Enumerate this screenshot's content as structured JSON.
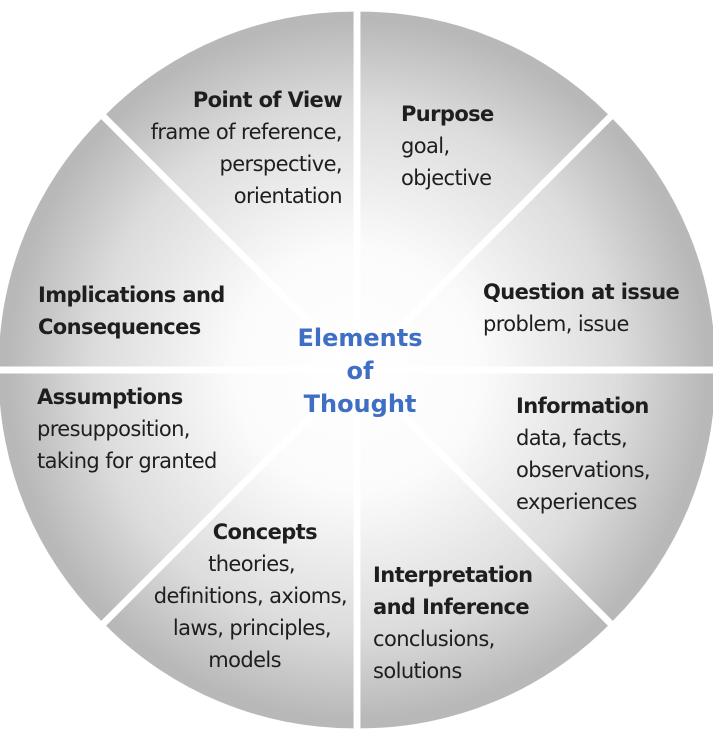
{
  "diagram": {
    "center_lines": [
      "Elements",
      "of",
      "Thought"
    ],
    "colors": {
      "center_text": "#3f6fc4",
      "segment_edge": "#b4b4b4",
      "segment_center": "#ffffff",
      "text": "#1e1e1e",
      "divider": "#ffffff"
    },
    "segments": [
      {
        "title": "Purpose",
        "details": [
          "goal,",
          "objective"
        ]
      },
      {
        "title": "Question at issue",
        "details": [
          "problem, issue"
        ]
      },
      {
        "title": "Information",
        "details": [
          "data, facts,",
          "observations,",
          "experiences"
        ]
      },
      {
        "title": "Interpretation",
        "title2": "and Inference",
        "details": [
          "conclusions,",
          "solutions"
        ]
      },
      {
        "title": "Concepts",
        "details": [
          "theories,",
          "definitions, axioms,",
          "laws, principles,",
          "models"
        ]
      },
      {
        "title": "Assumptions",
        "details": [
          "presupposition,",
          "taking for granted"
        ]
      },
      {
        "title": "Implications and",
        "title2": "Consequences",
        "details": []
      },
      {
        "title": "Point of View",
        "details": [
          "frame of reference,",
          "perspective,",
          "orientation"
        ]
      }
    ]
  }
}
